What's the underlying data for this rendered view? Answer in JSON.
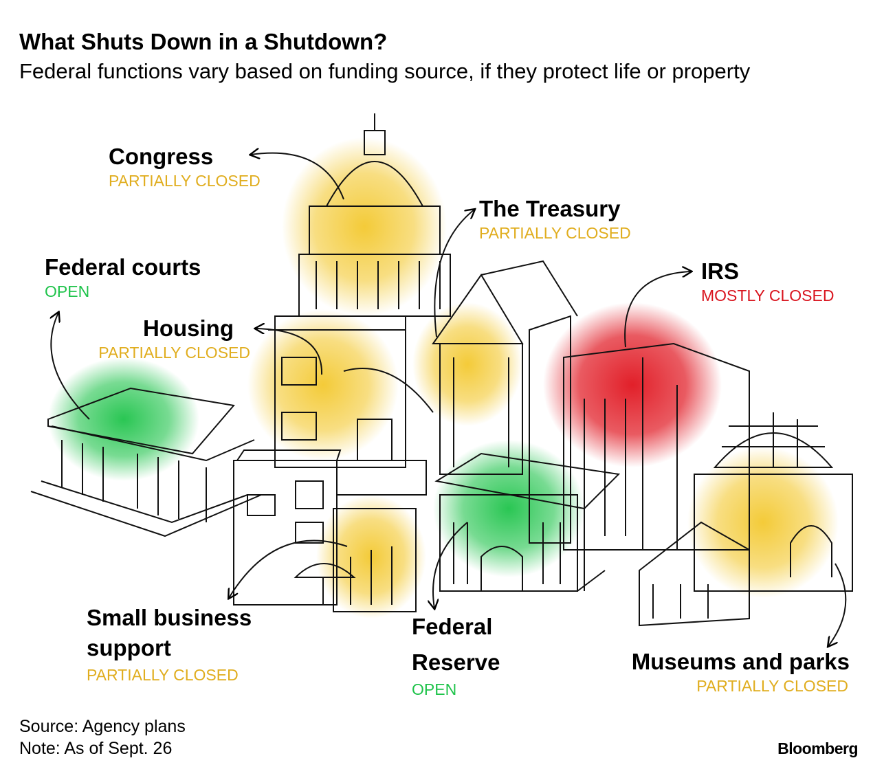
{
  "title": "What Shuts Down in a Shutdown?",
  "subtitle": "Federal functions vary based on funding source, if they protect life or property",
  "colors": {
    "open": "#1ec34a",
    "partially_closed": "#e0ad1e",
    "mostly_closed": "#d9141e"
  },
  "labels": [
    {
      "name": "Congress",
      "status": "PARTIALLY CLOSED"
    },
    {
      "name": "The Treasury",
      "status": "PARTIALLY CLOSED"
    },
    {
      "name": "Federal courts",
      "status": "OPEN"
    },
    {
      "name": "IRS",
      "status": "MOSTLY CLOSED"
    },
    {
      "name": "Housing",
      "status": "PARTIALLY CLOSED"
    },
    {
      "name": "Small business support",
      "status": "PARTIALLY CLOSED"
    },
    {
      "name": "Federal Reserve",
      "status": "OPEN"
    },
    {
      "name": "Museums and parks",
      "status": "PARTIALLY CLOSED"
    }
  ],
  "footer": {
    "source": "Source: Agency plans",
    "note": "Note: As of Sept. 26",
    "brand": "Bloomberg"
  }
}
